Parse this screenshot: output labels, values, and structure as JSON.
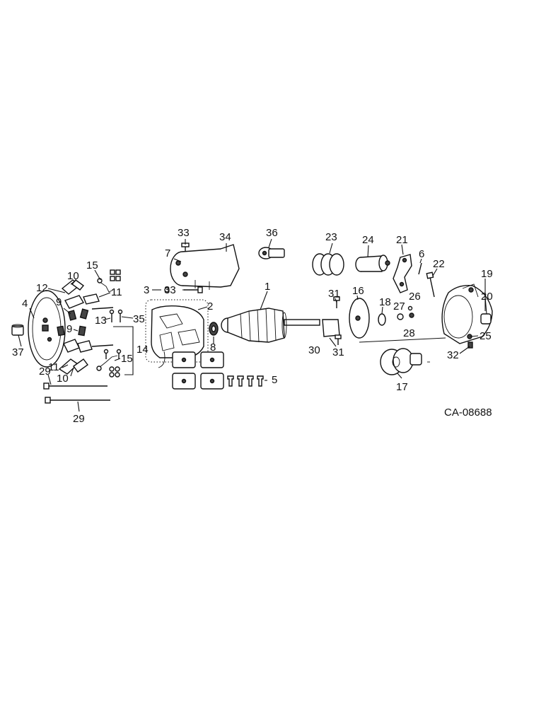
{
  "drawing_code": "CA-08688",
  "callouts": [
    "33",
    "34",
    "36",
    "23",
    "24",
    "21",
    "6",
    "22",
    "19",
    "7",
    "3",
    "33",
    "1",
    "31",
    "16",
    "15",
    "12",
    "10",
    "11",
    "9",
    "2",
    "18",
    "27",
    "26",
    "20",
    "4",
    "13",
    "35",
    "9",
    "8",
    "28",
    "25",
    "37",
    "30",
    "31",
    "32",
    "14",
    "15",
    "11",
    "29",
    "10",
    "5",
    "17",
    "29"
  ]
}
